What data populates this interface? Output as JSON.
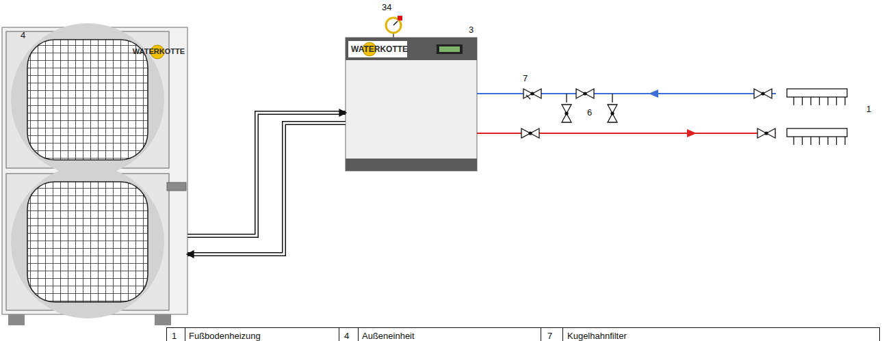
{
  "diagram": {
    "nodes": [
      {
        "text": [
          "WATERKOTTE"
        ]
      },
      {
        "text": [
          "WATERKOTTE"
        ]
      }
    ],
    "edges": [
      {
        "from": 0,
        "to": 1,
        "arrow": "to"
      },
      {
        "from": 1,
        "to": 0,
        "arrow": "to"
      }
    ],
    "labels": [
      "4",
      "34",
      "3",
      "7",
      "6",
      "1",
      "1",
      "Fußbodenheizung",
      "4",
      "Außeneinheit",
      "7",
      "Kugelhahnfilter"
    ]
  }
}
